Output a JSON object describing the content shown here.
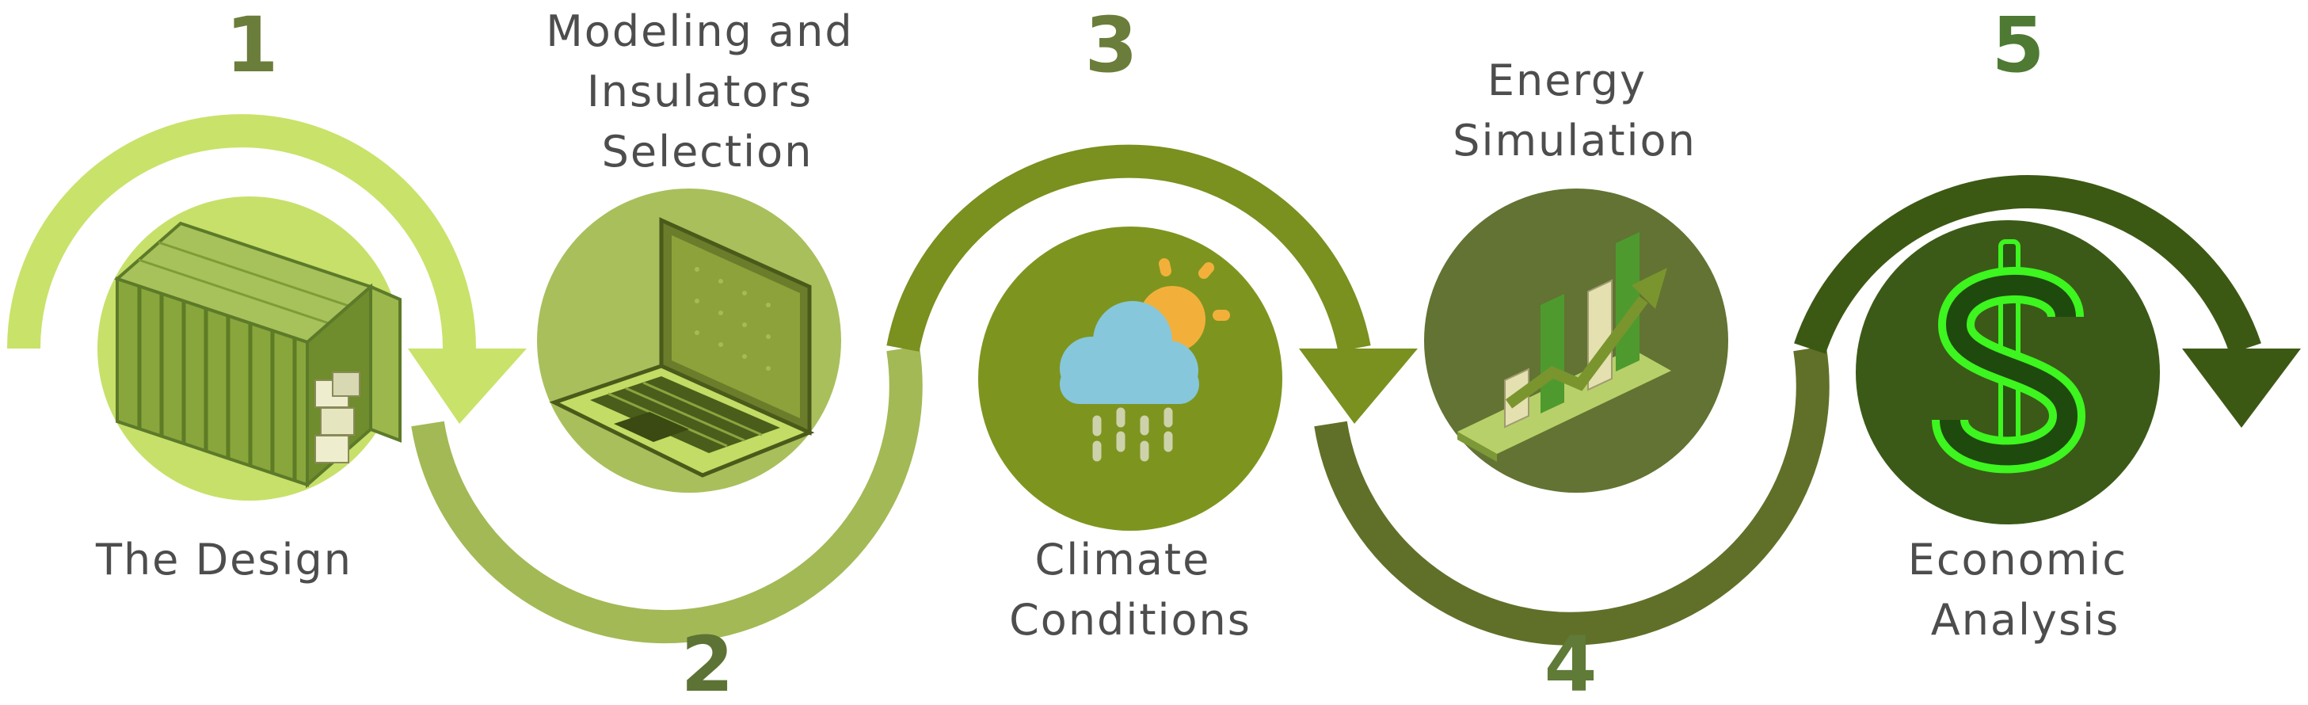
{
  "steps": [
    {
      "number": "1",
      "label_lines": [
        "The Design"
      ],
      "icon": "shipping-container-icon"
    },
    {
      "number": "2",
      "label_lines": [
        "Modeling and",
        "Insulators",
        "Selection"
      ],
      "icon": "laptop-icon"
    },
    {
      "number": "3",
      "label_lines": [
        "Climate",
        "Conditions"
      ],
      "icon": "weather-cloud-icon"
    },
    {
      "number": "4",
      "label_lines": [
        "Energy",
        "Simulation"
      ],
      "icon": "bar-chart-growth-icon"
    },
    {
      "number": "5",
      "label_lines": [
        "Economic",
        "Analysis"
      ],
      "icon": "dollar-sign-icon"
    }
  ],
  "colors": {
    "step1": "#c9e26a",
    "step2": "#a3b955",
    "step3": "#7a901f",
    "step4": "#607029",
    "step5": "#3c5914",
    "circle1": "#c7e06a",
    "circle2": "#a9bf5c",
    "circle3": "#7d951f",
    "circle4": "#627333",
    "circle5": "#3b5a17",
    "number1": "#6b7d3a",
    "number2": "#5d7335",
    "number3": "#6b7d3a",
    "number4": "#607a38",
    "number5": "#4e7a33",
    "label": "#4d4d4d",
    "dollar": "#3df51f"
  }
}
